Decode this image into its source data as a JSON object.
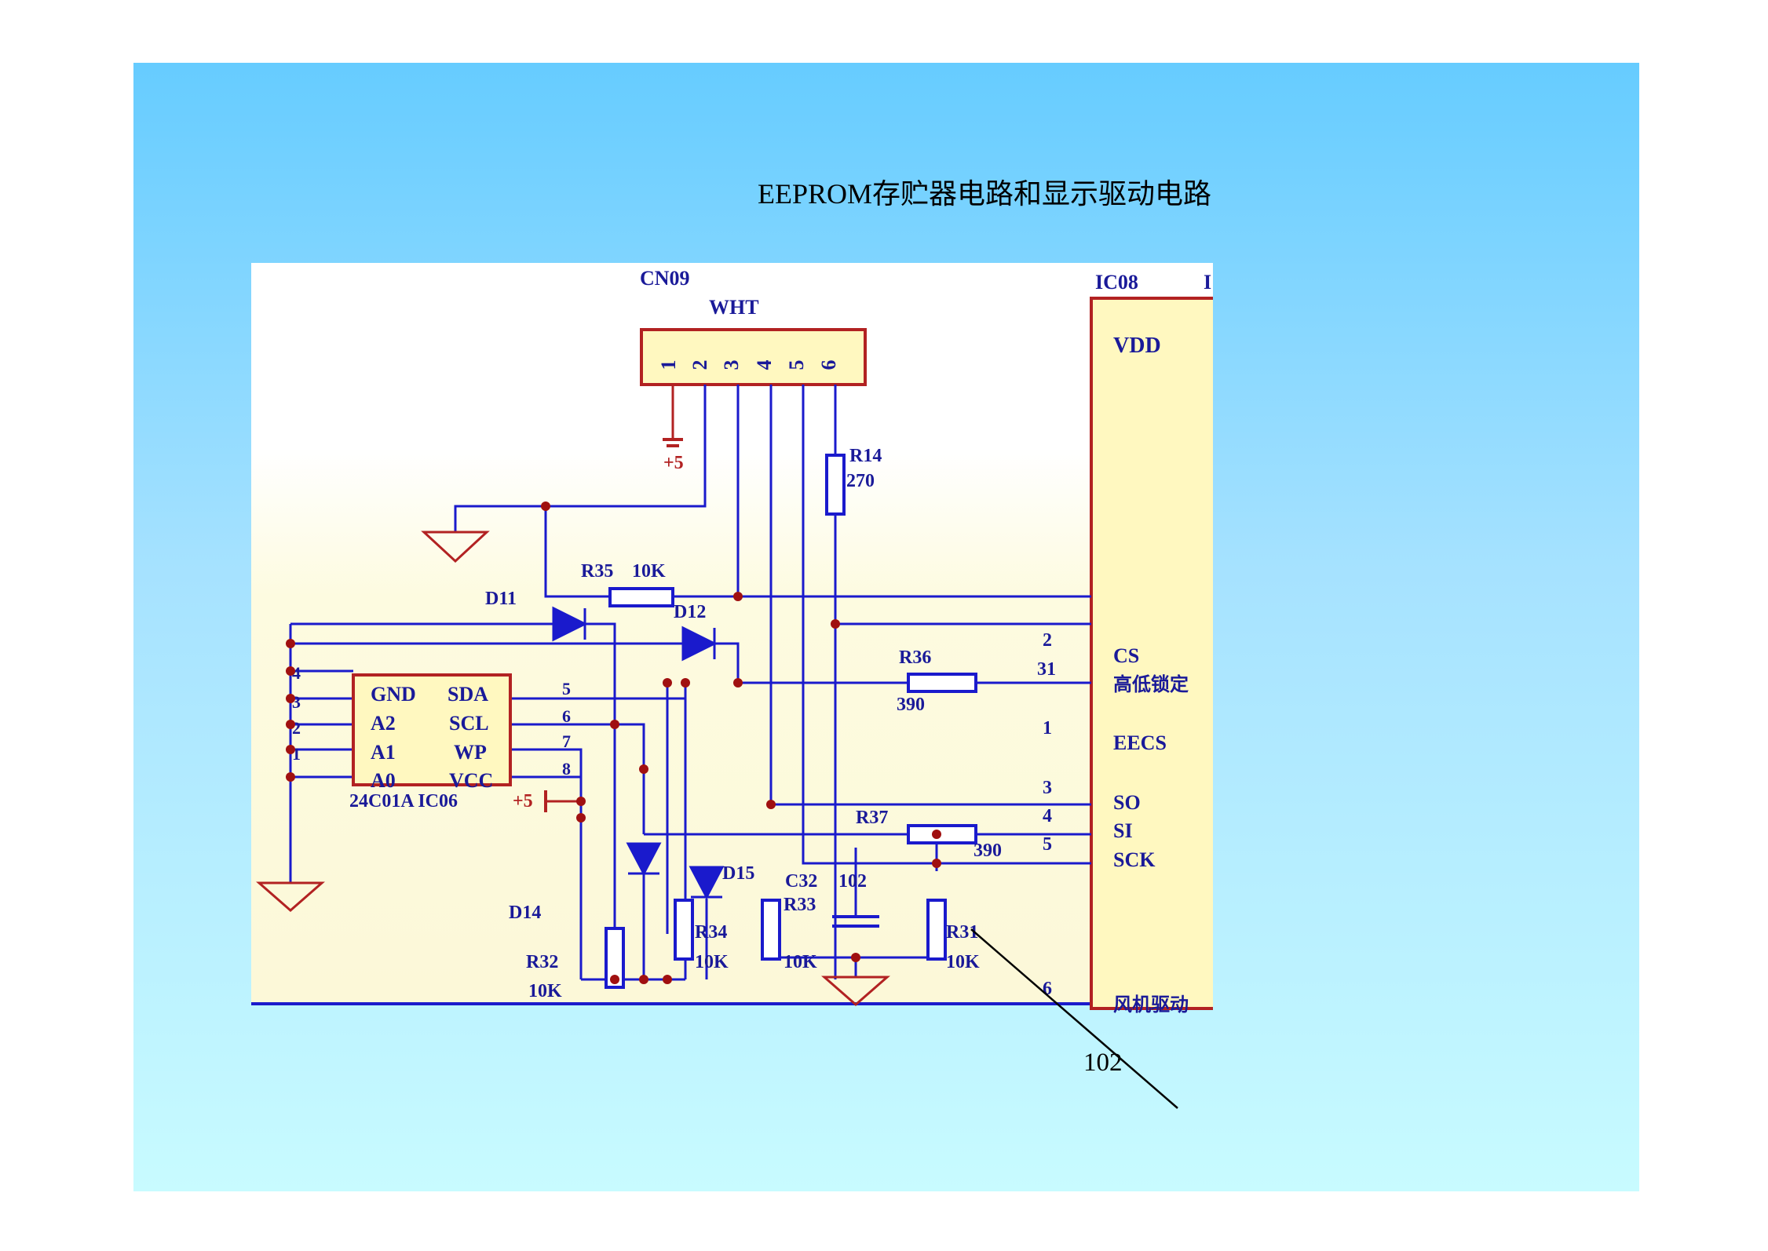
{
  "slide": {
    "title": "EEPROM存贮器电路和显示驱动电路",
    "callout": "102"
  },
  "schematic": {
    "connector": {
      "ref": "CN09",
      "part": "WHT",
      "pins": [
        "1",
        "2",
        "3",
        "4",
        "5",
        "6"
      ]
    },
    "ic08": {
      "ref": "IC08",
      "ref_cut": "I",
      "pins": {
        "vdd": "VDD",
        "cs": "CS",
        "lock": "高低锁定",
        "eecs": "EECS",
        "so": "SO",
        "si": "SI",
        "sck": "SCK",
        "fan": "风机驱动"
      },
      "pin_numbers": {
        "cs": "2",
        "lock": "31",
        "eecs": "1",
        "so": "3",
        "si": "4",
        "sck": "5",
        "fan": "6"
      }
    },
    "eeprom": {
      "ref": "24C01A IC06",
      "left_pins": [
        "GND",
        "A2",
        "A1",
        "A0"
      ],
      "right_pins": [
        "SDA",
        "SCL",
        "WP",
        "VCC"
      ],
      "left_numbers": [
        "4",
        "3",
        "2",
        "1"
      ],
      "right_numbers": [
        "5",
        "6",
        "7",
        "8"
      ]
    },
    "supply_label": "+5",
    "supply_label_2": "+5",
    "resistors": {
      "r14": {
        "ref": "R14",
        "value": "270"
      },
      "r35": {
        "ref": "R35",
        "value": "10K"
      },
      "r36": {
        "ref": "R36",
        "value": "390"
      },
      "r37": {
        "ref": "R37",
        "value": "390"
      },
      "r32": {
        "ref": "R32",
        "value": "10K"
      },
      "r34": {
        "ref": "R34",
        "value": "10K"
      },
      "r33": {
        "ref": "R33",
        "value": "10K"
      },
      "r31": {
        "ref": "R31",
        "value": "10K"
      }
    },
    "capacitor": {
      "ref": "C32",
      "value": "102"
    },
    "diodes": {
      "d11": "D11",
      "d12": "D12",
      "d14": "D14",
      "d15": "D15"
    }
  },
  "colors": {
    "wire": "#1a1acc",
    "component": "#b22222",
    "node": "#a01010",
    "label_blue": "#1a1a99",
    "schematic_bg": "#fdfbe0",
    "ic_fill": "#fff8c0"
  }
}
